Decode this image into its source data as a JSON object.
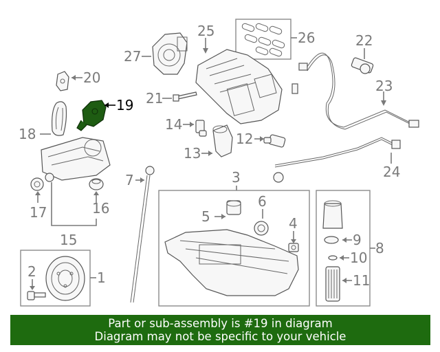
{
  "callouts": {
    "c1": "1",
    "c2": "2",
    "c3": "3",
    "c4": "4",
    "c5": "5",
    "c6": "6",
    "c7": "7",
    "c8": "8",
    "c9": "9",
    "c10": "10",
    "c11": "11",
    "c12": "12",
    "c13": "13",
    "c14": "14",
    "c15": "15",
    "c16": "16",
    "c17": "17",
    "c18": "18",
    "c19": "19",
    "c20": "20",
    "c21": "21",
    "c22": "22",
    "c23": "23",
    "c24": "24",
    "c25": "25",
    "c26": "26",
    "c27": "27"
  },
  "highlight": {
    "part_number": "19",
    "part_color": "#1e5c12"
  },
  "banner": {
    "line1": "Part or sub-assembly is #19 in diagram",
    "line2": "Diagram may not be specific to your vehicle",
    "background": "#1e6b0f",
    "text_color": "#ffffff"
  }
}
